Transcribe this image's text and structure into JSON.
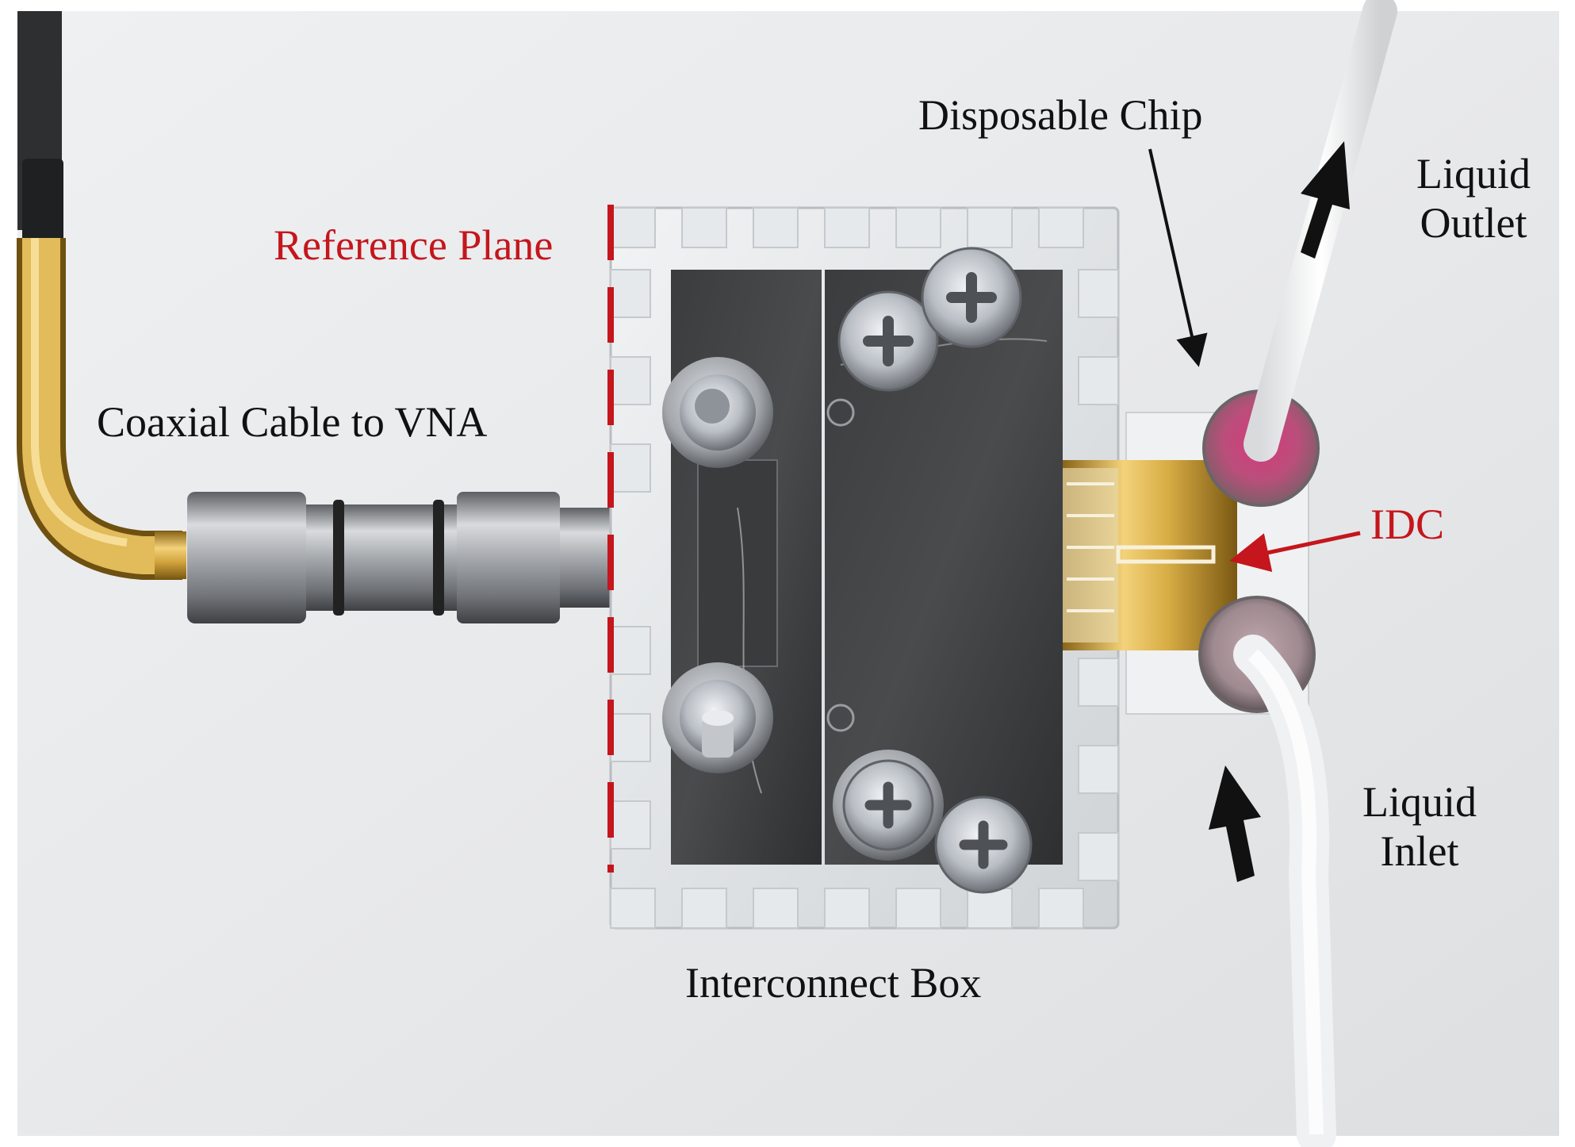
{
  "labels": {
    "disposable_chip": "Disposable Chip",
    "liquid_outlet_line1": "Liquid",
    "liquid_outlet_line2": "Outlet",
    "reference_plane": "Reference Plane",
    "coaxial_cable": "Coaxial Cable to VNA",
    "idc": "IDC",
    "liquid_inlet_line1": "Liquid",
    "liquid_inlet_line2": "Inlet",
    "interconnect_box": "Interconnect Box"
  },
  "colors": {
    "annotation_text": "#111111",
    "highlight_red": "#c4161c",
    "background": "#e9eaec",
    "gold": "#c9a23a",
    "steel": "#9a9da2"
  }
}
